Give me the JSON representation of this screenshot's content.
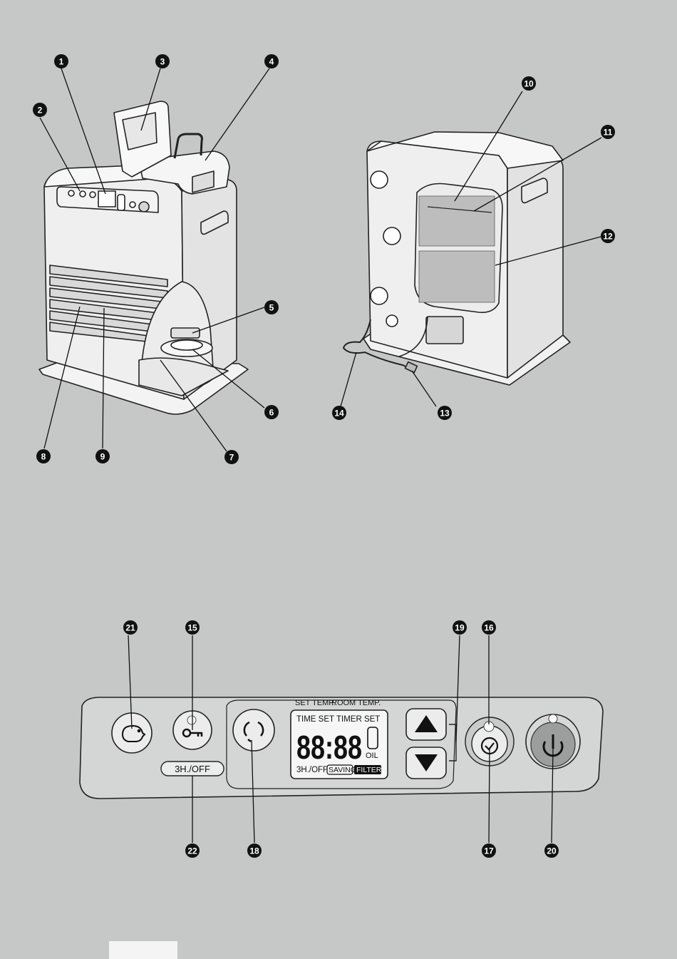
{
  "callouts": [
    "1",
    "2",
    "3",
    "4",
    "5",
    "6",
    "7",
    "8",
    "9",
    "10",
    "11",
    "12",
    "13",
    "14",
    "15",
    "16",
    "17",
    "18",
    "19",
    "20",
    "21",
    "22"
  ],
  "panel": {
    "header_set_temp": "SET TEMP.",
    "header_room_temp": "ROOM TEMP.",
    "lcd_time_set": "TIME SET",
    "lcd_timer_set": "TIMER SET",
    "lcd_digits": "88:88",
    "lcd_oil": "OIL",
    "lcd_3h_off": "3H./OFF",
    "lcd_saving": "SAVING",
    "lcd_filter": "FILTER",
    "timer_label": "3H./OFF"
  },
  "icons": {
    "saving": "piggy-bank-icon",
    "lock": "key-icon",
    "mode": "circular-arrows-icon",
    "up": "triangle-up-icon",
    "down": "triangle-down-icon",
    "timer": "check-clock-icon",
    "power": "power-icon"
  }
}
